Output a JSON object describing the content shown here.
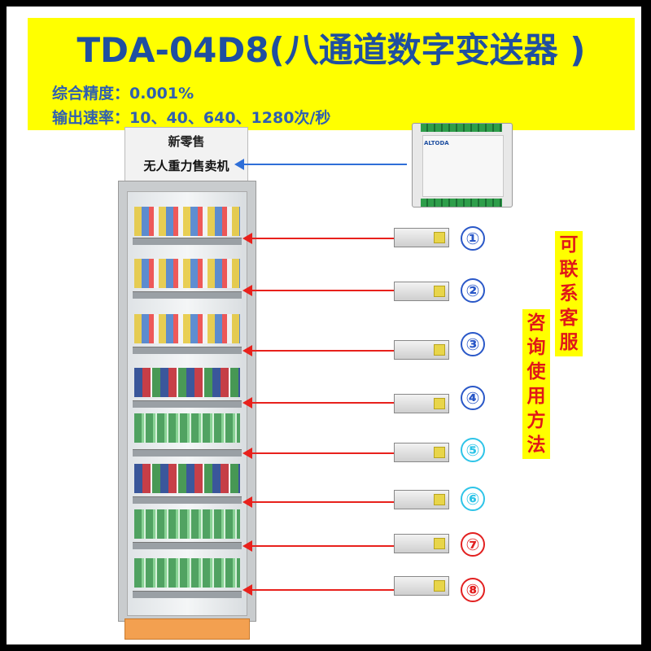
{
  "banner": {
    "title": "TDA-04D8(八通道数字变送器 )",
    "spec_precision": "综合精度：0.001%",
    "spec_rate": "输出速率：10、40、640、1280次/秒"
  },
  "fridge": {
    "sign_line1": "新零售",
    "sign_line2": "无人重力售卖机"
  },
  "module": {
    "brand": "ALTODA"
  },
  "channels": [
    "①",
    "②",
    "③",
    "④",
    "⑤",
    "⑥",
    "⑦",
    "⑧"
  ],
  "side_text_1": "可\n联\n系\n客\n服",
  "side_text_2": "咨\n询\n使\n用\n方\n法",
  "colors": {
    "banner_bg": "#ffff00",
    "arrow_red": "#e8211c",
    "arrow_blue": "#2f6fd8",
    "num_blue": "#2a58c8",
    "num_cyan": "#2ec4e8",
    "num_red": "#e22020"
  }
}
